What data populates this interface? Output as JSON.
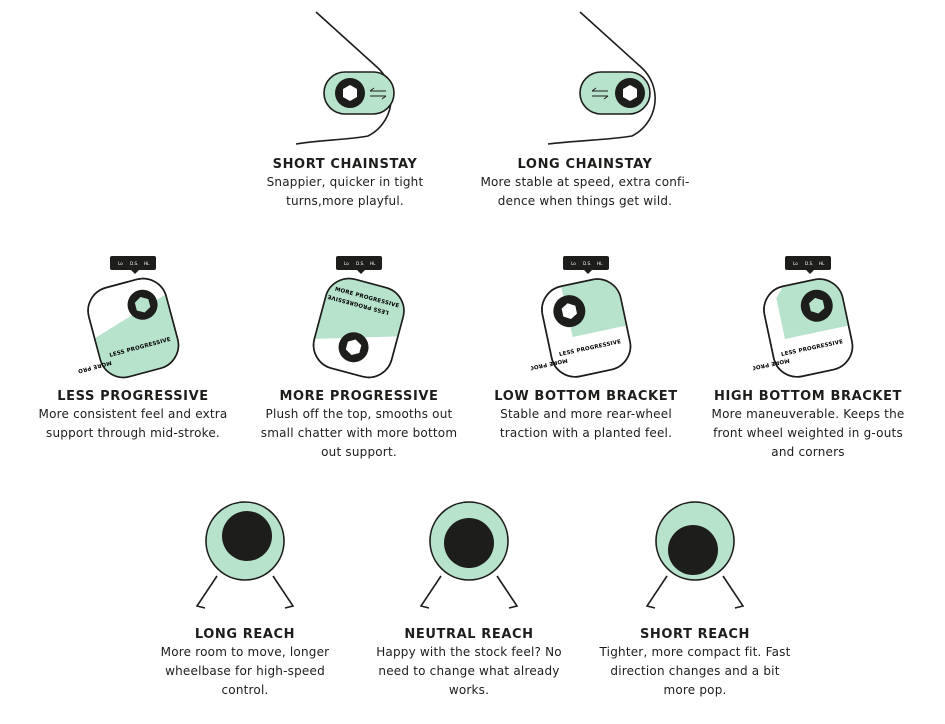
{
  "colors": {
    "mint": "#b7e2cc",
    "ink": "#1d1d1b",
    "background": "#ffffff"
  },
  "chainstay": [
    {
      "title": "SHORT CHAINSTAY",
      "desc": "Snappier, quicker in tight\nturns,more playful."
    },
    {
      "title": "LONG CHAINSTAY",
      "desc": "More stable at speed, extra confi-\ndence when things get wild."
    }
  ],
  "flipchip": {
    "tab_labels": [
      "Lo",
      "D.S.",
      "HL"
    ],
    "less_progressive_label": "LESS PROGRESSIVE",
    "more_progressive_label": "MORE PROGRESSIVE",
    "items": [
      {
        "title": "LESS PROGRESSIVE",
        "desc": "More consistent feel and extra\nsupport through mid-stroke."
      },
      {
        "title": "MORE PROGRESSIVE",
        "desc": "Plush off the top, smooths out\nsmall chatter with more bottom\nout support."
      },
      {
        "title": "LOW BOTTOM BRACKET",
        "desc": "Stable and more rear-wheel\ntraction with a planted feel."
      },
      {
        "title": "HIGH BOTTOM BRACKET",
        "desc": "More maneuverable. Keeps the\nfront wheel weighted in g-outs\nand corners"
      }
    ]
  },
  "reach": [
    {
      "title": "LONG REACH",
      "desc": "More room to move, longer\nwheelbase for high-speed\ncontrol."
    },
    {
      "title": "NEUTRAL REACH",
      "desc": "Happy with the stock feel? No\nneed to change what already\nworks."
    },
    {
      "title": "SHORT REACH",
      "desc": "Tighter, more compact fit. Fast\ndirection changes and a bit\nmore pop."
    }
  ]
}
